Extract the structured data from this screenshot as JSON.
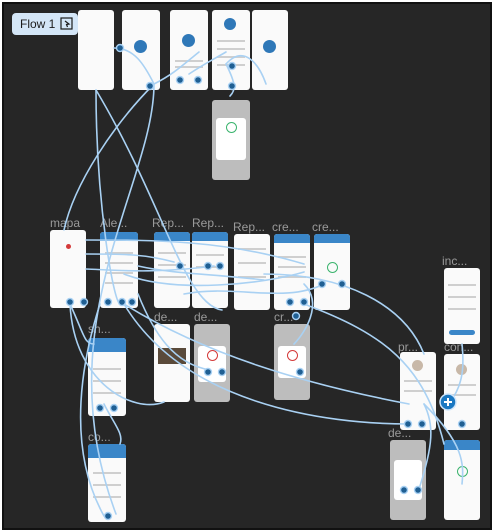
{
  "flow": {
    "label": "Flow 1",
    "icon": "flow-start-icon"
  },
  "screen_labels": {
    "mapa": "mapa",
    "alertas": "Ale...",
    "reporte1": "Rep...",
    "reporte2": "Rep...",
    "reporte3": "Rep...",
    "crear1": "cre...",
    "crear2": "cre...",
    "incidencia": "inc...",
    "share": "sh...",
    "detalle1": "de...",
    "detalle2": "de...",
    "crear3": "cr...",
    "comentarios": "co...",
    "perfil": "pr...",
    "confirm": "con...",
    "detalle3": "de..."
  },
  "colors": {
    "canvas": "#262626",
    "accent": "#3a86c8",
    "link": "#a9d1f3",
    "chip": "#d4e6f7"
  }
}
